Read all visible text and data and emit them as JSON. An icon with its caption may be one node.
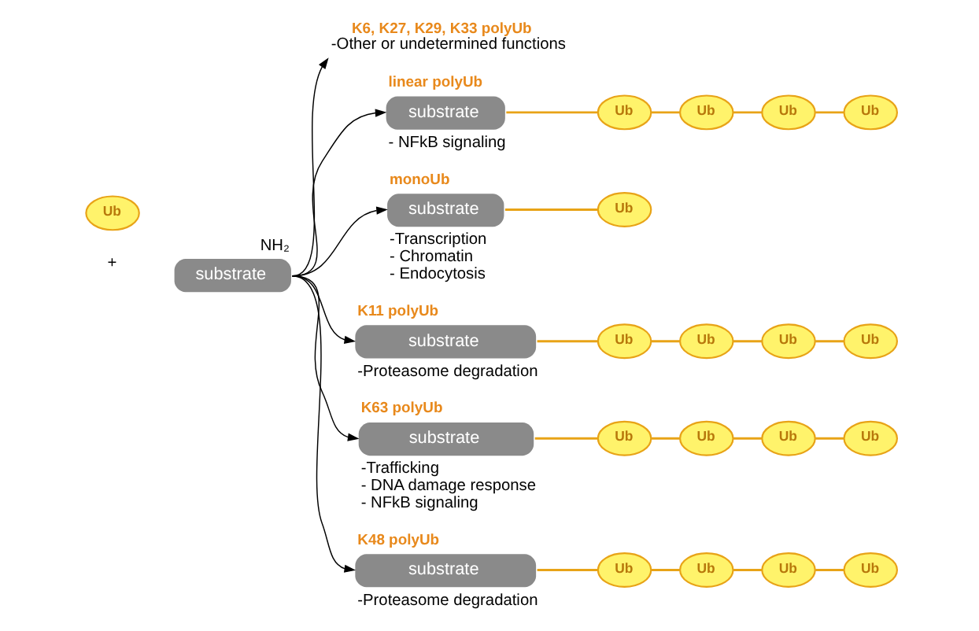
{
  "diagram": {
    "nodes": [
      {
        "text": [
          "substrate"
        ],
        "beside": [
          "NH₂"
        ]
      },
      {
        "text": [
          "Ub"
        ]
      },
      {
        "text": [
          "K6, K27, K29, K33 polyUb",
          "-Other or undetermined functions"
        ]
      },
      {
        "text": [
          "substrate"
        ],
        "beside": [
          "linear polyUb",
          "- NFkB signaling"
        ]
      },
      {
        "text": [
          "Ub"
        ]
      },
      {
        "text": [
          "Ub"
        ]
      },
      {
        "text": [
          "Ub"
        ]
      },
      {
        "text": [
          "Ub"
        ]
      },
      {
        "text": [
          "substrate"
        ],
        "beside": [
          "monoUb",
          "-Transcription",
          "- Chromatin",
          "- Endocytosis"
        ]
      },
      {
        "text": [
          "Ub"
        ]
      },
      {
        "text": [
          "substrate"
        ],
        "beside": [
          "K11 polyUb",
          "-Proteasome degradation"
        ]
      },
      {
        "text": [
          "Ub"
        ]
      },
      {
        "text": [
          "Ub"
        ]
      },
      {
        "text": [
          "Ub"
        ]
      },
      {
        "text": [
          "Ub"
        ]
      },
      {
        "text": [
          "substrate"
        ],
        "beside": [
          "K63 polyUb",
          "-Trafficking",
          "- DNA damage response",
          "- NFkB signaling"
        ]
      },
      {
        "text": [
          "Ub"
        ]
      },
      {
        "text": [
          "Ub"
        ]
      },
      {
        "text": [
          "Ub"
        ]
      },
      {
        "text": [
          "Ub"
        ]
      },
      {
        "text": [
          "substrate"
        ],
        "beside": [
          "K48 polyUb",
          "-Proteasome degradation"
        ]
      },
      {
        "text": [
          "Ub"
        ]
      },
      {
        "text": [
          "Ub"
        ]
      },
      {
        "text": [
          "Ub"
        ]
      },
      {
        "text": [
          "Ub"
        ]
      }
    ],
    "edges": [
      {
        "from": 0,
        "to": 2,
        "arrow": "to",
        "color": "#000000"
      },
      {
        "from": 0,
        "to": 3,
        "arrow": "to",
        "color": "#000000"
      },
      {
        "from": 0,
        "to": 8,
        "arrow": "to",
        "color": "#000000"
      },
      {
        "from": 0,
        "to": 10,
        "arrow": "to",
        "color": "#000000"
      },
      {
        "from": 0,
        "to": 15,
        "arrow": "to",
        "color": "#000000"
      },
      {
        "from": 0,
        "to": 20,
        "arrow": "to",
        "color": "#000000"
      },
      {
        "from": 3,
        "to": 4,
        "arrow": "none",
        "color": "#e8a317"
      },
      {
        "from": 4,
        "to": 5,
        "arrow": "none",
        "color": "#e8a317"
      },
      {
        "from": 5,
        "to": 6,
        "arrow": "none",
        "color": "#e8a317"
      },
      {
        "from": 6,
        "to": 7,
        "arrow": "none",
        "color": "#e8a317"
      },
      {
        "from": 8,
        "to": 9,
        "arrow": "none",
        "color": "#e8a317"
      },
      {
        "from": 10,
        "to": 14,
        "arrow": "none",
        "color": "#e8a317"
      },
      {
        "from": 14,
        "to": 13,
        "arrow": "none",
        "color": "#e8a317"
      },
      {
        "from": 13,
        "to": 12,
        "arrow": "none",
        "color": "#e8a317"
      },
      {
        "from": 12,
        "to": 11,
        "arrow": "none",
        "color": "#e8a317"
      },
      {
        "from": 15,
        "to": 16,
        "arrow": "none",
        "color": "#e8a317"
      },
      {
        "from": 16,
        "to": 17,
        "arrow": "none",
        "color": "#e8a317"
      },
      {
        "from": 17,
        "to": 18,
        "arrow": "none",
        "color": "#e8a317"
      },
      {
        "from": 18,
        "to": 19,
        "arrow": "none",
        "color": "#e8a317"
      },
      {
        "from": 20,
        "to": 24,
        "arrow": "none",
        "color": "#e8a317"
      },
      {
        "from": 24,
        "to": 23,
        "arrow": "none",
        "color": "#e8a317"
      },
      {
        "from": 23,
        "to": 22,
        "arrow": "none",
        "color": "#e8a317"
      },
      {
        "from": 22,
        "to": 21,
        "arrow": "none",
        "color": "#e8a317"
      }
    ],
    "labels": [
      "+"
    ]
  }
}
